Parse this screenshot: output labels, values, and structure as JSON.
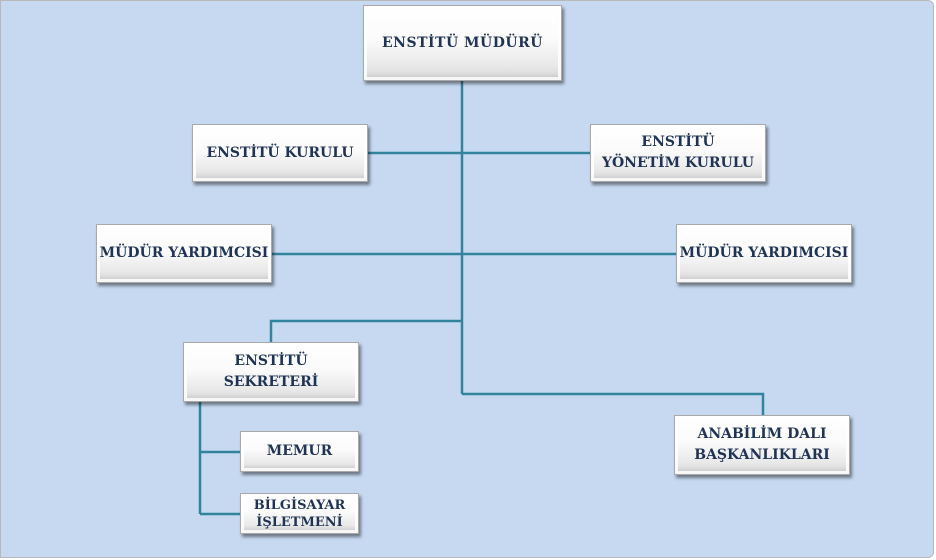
{
  "org_chart": {
    "director": "ENSTİTÜ  MÜDÜRÜ",
    "institute_council": "ENSTİTÜ KURULU",
    "institute_board": "ENSTİTÜ\nYÖNETİM KURULU",
    "vice_director_left": "MÜDÜR YARDIMCISI",
    "vice_director_right": "MÜDÜR YARDIMCISI",
    "institute_secretary": "ENSTİTÜ\nSEKRETERİ",
    "department_heads": "ANABİLİM DALI\nBAŞKANLIKLARI",
    "clerk": "MEMUR",
    "computer_operator": "BİLGİSAYAR\nİŞLETMENİ"
  },
  "colors": {
    "background": "#c6d9f1",
    "connector": "#31849b",
    "text": "#1f3355"
  }
}
